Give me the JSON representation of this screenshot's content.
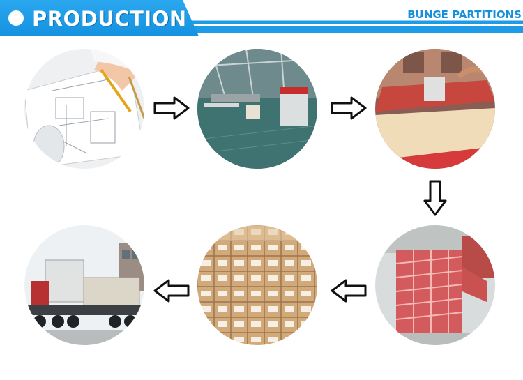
{
  "header": {
    "title": "PRODUCTION",
    "brand": "BUNGE PARTITIONS"
  },
  "colors": {
    "header_blue": "#1d9be6",
    "brand_blue": "#1590dd",
    "partition_red": "#d25a5a",
    "carton_tan": "#cfa77c"
  },
  "steps": [
    {
      "icon": "blueprint-drawing-photo"
    },
    {
      "icon": "factory-machinery-photo"
    },
    {
      "icon": "cnc-cutting-machine-photo"
    },
    {
      "icon": "finished-panels-stack-photo"
    },
    {
      "icon": "packed-cartons-photo"
    },
    {
      "icon": "loaded-truck-photo"
    }
  ]
}
